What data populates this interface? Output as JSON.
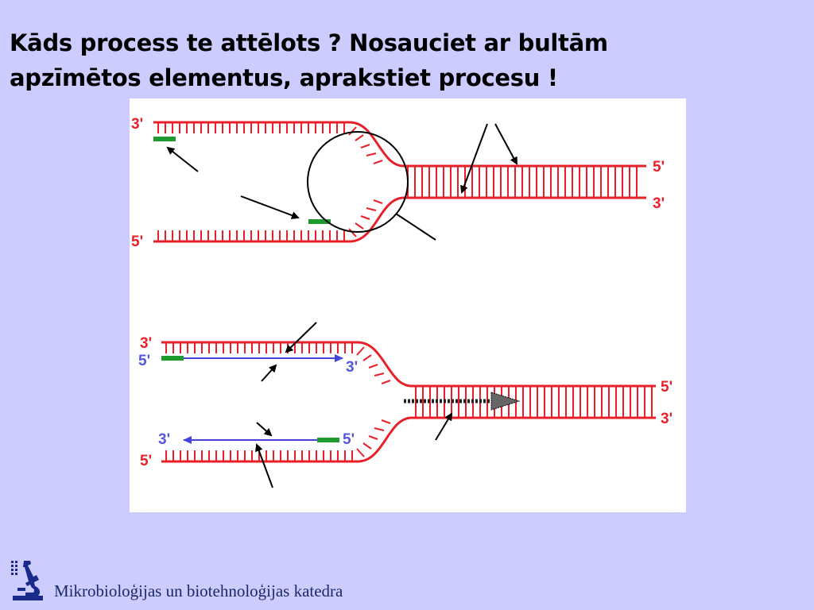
{
  "slide": {
    "title_line1": "Kāds process te attēlots ? Nosauciet ar bultām",
    "title_line2": "apzīmētos elementus, aprakstiet procesu !"
  },
  "diagram": {
    "top": {
      "label_top_left": "3'",
      "label_bottom_left": "5'",
      "label_right_top": "5'",
      "label_right_bottom": "3'"
    },
    "bottom": {
      "label_top_left_red": "3'",
      "label_top_left_blue": "5'",
      "label_leading_end": "3'",
      "label_lagging_start": "3'",
      "label_lagging_end": "5'",
      "label_bottom_left_red": "5'",
      "label_right_top": "5'",
      "label_right_bottom": "3'"
    },
    "colors": {
      "dna_strand": "#e8202a",
      "primer": "#1f9a2e",
      "new_strand": "#4444dd",
      "background": "#ccccff"
    }
  },
  "footer": {
    "department": "Mikrobioloģijas un biotehnoloģijas katedra",
    "logo_icon": "microscope-icon"
  }
}
